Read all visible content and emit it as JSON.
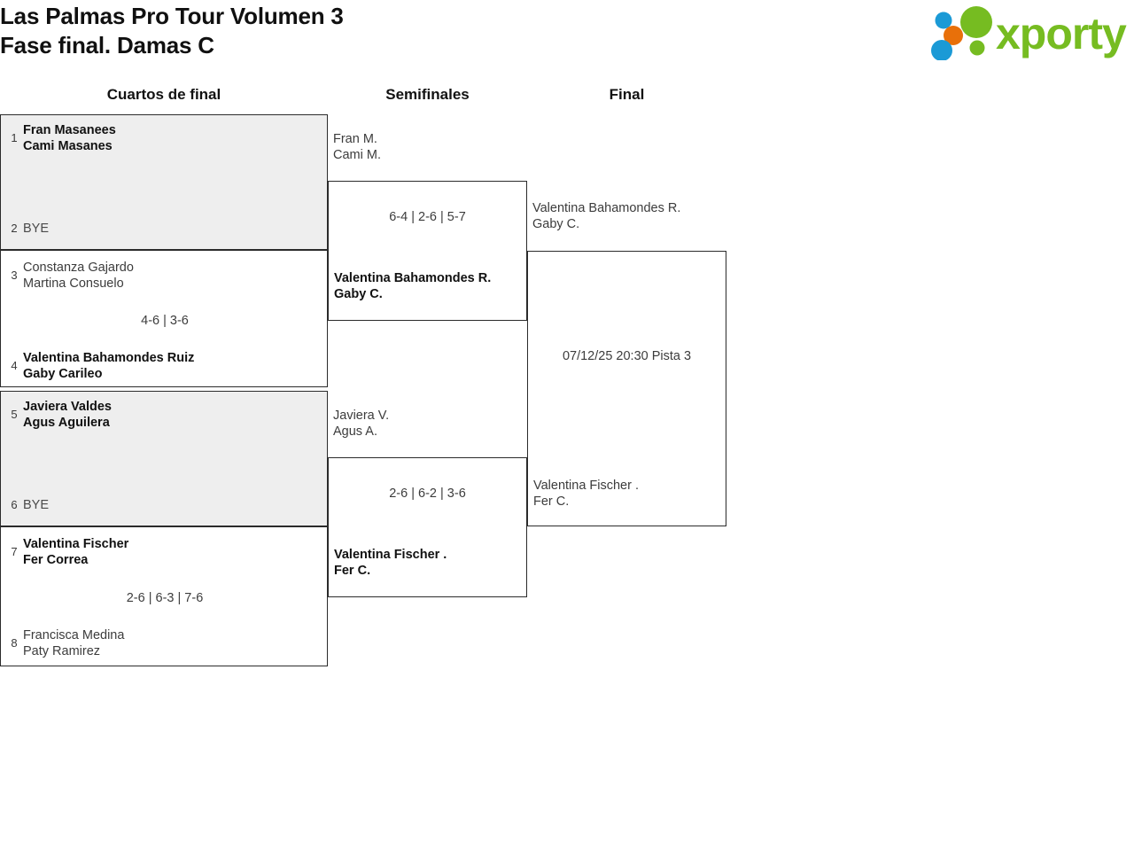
{
  "header": {
    "title_line1": "Las Palmas Pro Tour Volumen 3",
    "title_line2": "Fase final. Damas C",
    "logo_text": "xporty",
    "logo_colors": {
      "green": "#76bc21",
      "orange": "#e8700a",
      "blue": "#1b9ad6"
    }
  },
  "rounds": {
    "quarterfinals_label": "Cuartos de final",
    "semifinals_label": "Semifinales",
    "final_label": "Final"
  },
  "quarterfinals": [
    {
      "top": {
        "seed": "1",
        "player1": "Fran Masanees",
        "player2": "Cami Masanes",
        "winner": true
      },
      "bottom": {
        "seed": "2",
        "player1": "BYE",
        "player2": "",
        "winner": false
      },
      "score": ""
    },
    {
      "top": {
        "seed": "3",
        "player1": "Constanza Gajardo",
        "player2": "Martina Consuelo",
        "winner": false
      },
      "bottom": {
        "seed": "4",
        "player1": "Valentina Bahamondes Ruiz",
        "player2": "Gaby Carileo",
        "winner": true
      },
      "score": "4-6 | 3-6"
    },
    {
      "top": {
        "seed": "5",
        "player1": "Javiera Valdes",
        "player2": "Agus Aguilera",
        "winner": true
      },
      "bottom": {
        "seed": "6",
        "player1": "BYE",
        "player2": "",
        "winner": false
      },
      "score": ""
    },
    {
      "top": {
        "seed": "7",
        "player1": "Valentina Fischer",
        "player2": "Fer Correa",
        "winner": true
      },
      "bottom": {
        "seed": "8",
        "player1": "Francisca Medina",
        "player2": "Paty Ramirez",
        "winner": false
      },
      "score": "2-6 | 6-3 | 7-6"
    }
  ],
  "semifinals": [
    {
      "top": {
        "player1": "Fran M.",
        "player2": "Cami M.",
        "winner": false
      },
      "bottom": {
        "player1": "Valentina Bahamondes R.",
        "player2": "Gaby C.",
        "winner": true
      },
      "score": "6-4 | 2-6 | 5-7"
    },
    {
      "top": {
        "player1": "Javiera V.",
        "player2": "Agus A.",
        "winner": false
      },
      "bottom": {
        "player1": "Valentina Fischer .",
        "player2": "Fer C.",
        "winner": true
      },
      "score": "2-6 | 6-2 | 3-6"
    }
  ],
  "final": {
    "top": {
      "player1": "Valentina Bahamondes R.",
      "player2": "Gaby C.",
      "winner": false
    },
    "bottom": {
      "player1": "Valentina Fischer .",
      "player2": "Fer C.",
      "winner": false
    },
    "schedule": "07/12/25 20:30 Pista 3"
  }
}
